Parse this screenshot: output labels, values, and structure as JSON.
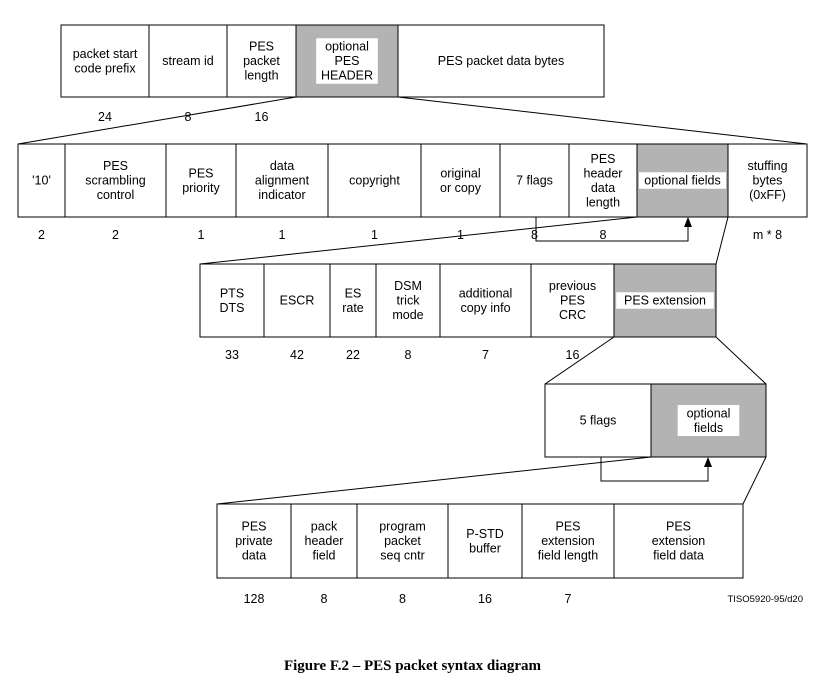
{
  "colors": {
    "highlight": "#b3b3b3",
    "stroke": "#000000"
  },
  "rows": [
    {
      "name": "row-pes-packet",
      "cells": [
        {
          "lines": [
            "packet start",
            "code prefix"
          ],
          "bits": "24"
        },
        {
          "lines": [
            "stream id"
          ],
          "bits": "8"
        },
        {
          "lines": [
            "PES",
            "packet",
            "length"
          ],
          "bits": "16"
        },
        {
          "lines": [
            "optional",
            "PES",
            "HEADER"
          ],
          "bits": "",
          "highlight": true
        },
        {
          "lines": [
            "PES packet data bytes"
          ],
          "bits": ""
        }
      ]
    },
    {
      "name": "row-optional-pes-header",
      "cells": [
        {
          "lines": [
            "'10'"
          ],
          "bits": "2"
        },
        {
          "lines": [
            "PES",
            "scrambling",
            "control"
          ],
          "bits": "2"
        },
        {
          "lines": [
            "PES",
            "priority"
          ],
          "bits": "1"
        },
        {
          "lines": [
            "data",
            "alignment",
            "indicator"
          ],
          "bits": "1"
        },
        {
          "lines": [
            "copyright"
          ],
          "bits": "1"
        },
        {
          "lines": [
            "original",
            "or copy"
          ],
          "bits": "1"
        },
        {
          "lines": [
            "7 flags"
          ],
          "bits": "8"
        },
        {
          "lines": [
            "PES",
            "header",
            "data",
            "length"
          ],
          "bits": "8"
        },
        {
          "lines": [
            "optional fields"
          ],
          "bits": "",
          "highlight": true
        },
        {
          "lines": [
            "stuffing",
            "bytes",
            "(0xFF)"
          ],
          "bits": "m * 8"
        }
      ]
    },
    {
      "name": "row-optional-fields",
      "cells": [
        {
          "lines": [
            "PTS",
            "DTS"
          ],
          "bits": "33"
        },
        {
          "lines": [
            "ESCR"
          ],
          "bits": "42"
        },
        {
          "lines": [
            "ES",
            "rate"
          ],
          "bits": "22"
        },
        {
          "lines": [
            "DSM",
            "trick",
            "mode"
          ],
          "bits": "8"
        },
        {
          "lines": [
            "additional",
            "copy info"
          ],
          "bits": "7"
        },
        {
          "lines": [
            "previous",
            "PES",
            "CRC"
          ],
          "bits": "16"
        },
        {
          "lines": [
            "PES extension"
          ],
          "bits": "",
          "highlight": true
        }
      ]
    },
    {
      "name": "row-pes-extension",
      "cells": [
        {
          "lines": [
            "5 flags"
          ],
          "bits": ""
        },
        {
          "lines": [
            "optional",
            "fields"
          ],
          "bits": "",
          "highlight": true
        }
      ]
    },
    {
      "name": "row-extension-fields",
      "cells": [
        {
          "lines": [
            "PES",
            "private",
            "data"
          ],
          "bits": "128"
        },
        {
          "lines": [
            "pack",
            "header",
            "field"
          ],
          "bits": "8"
        },
        {
          "lines": [
            "program",
            "packet",
            "seq cntr"
          ],
          "bits": "8"
        },
        {
          "lines": [
            "P-STD",
            "buffer"
          ],
          "bits": "16"
        },
        {
          "lines": [
            "PES",
            "extension",
            "field length"
          ],
          "bits": "7"
        },
        {
          "lines": [
            "PES",
            "extension",
            "field data"
          ],
          "bits": ""
        }
      ]
    }
  ],
  "reference": "TISO5920-95/d20",
  "caption": "Figure F.2 – PES packet syntax diagram"
}
